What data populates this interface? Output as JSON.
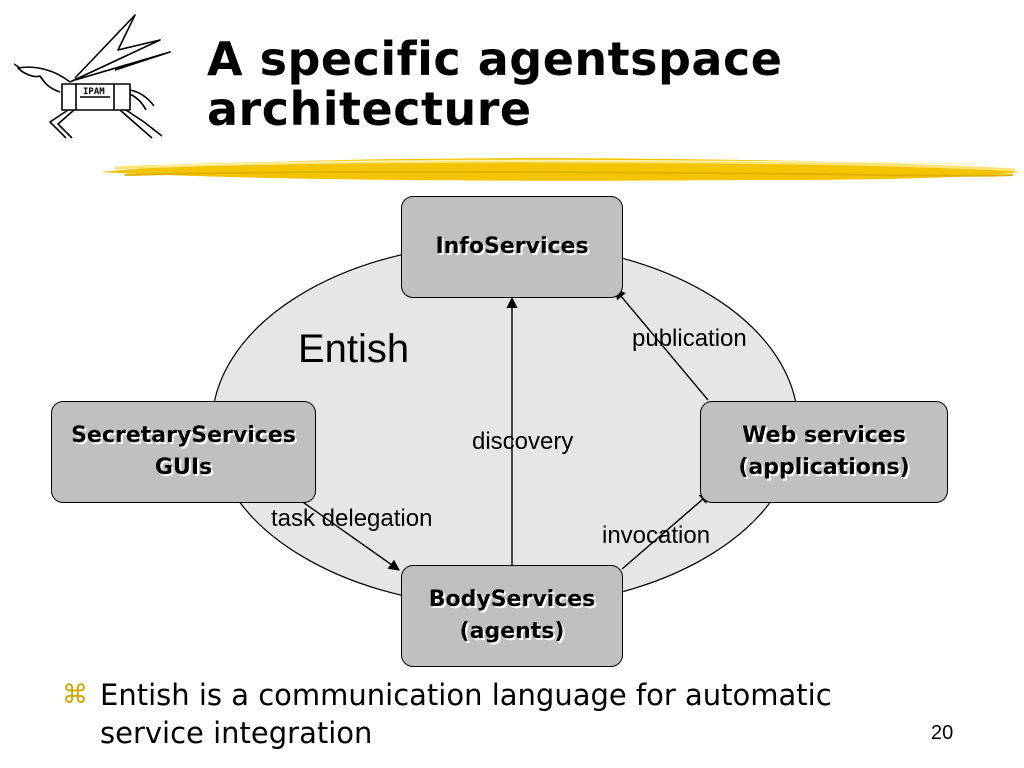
{
  "slide": {
    "title": "A specific agentspace architecture",
    "page_number": "20",
    "logo_text": "IPAM"
  },
  "diagram": {
    "region_label": "Entish",
    "nodes": {
      "info": "InfoServices",
      "secretary": "SecretaryServices\nGUIs",
      "web": "Web services\n(applications)",
      "body": "BodyServices\n(agents)"
    },
    "edges": {
      "publication": "publication",
      "discovery": "discovery",
      "task_delegation": "task delegation",
      "invocation": "invocation"
    }
  },
  "bullet": {
    "icon": "command-bullet-icon",
    "text": "Entish is a communication language for automatic service integration"
  },
  "colors": {
    "accent": "#f5c400",
    "box_fill": "#c0c0c0",
    "ellipse_fill": "#e6e6e6"
  }
}
